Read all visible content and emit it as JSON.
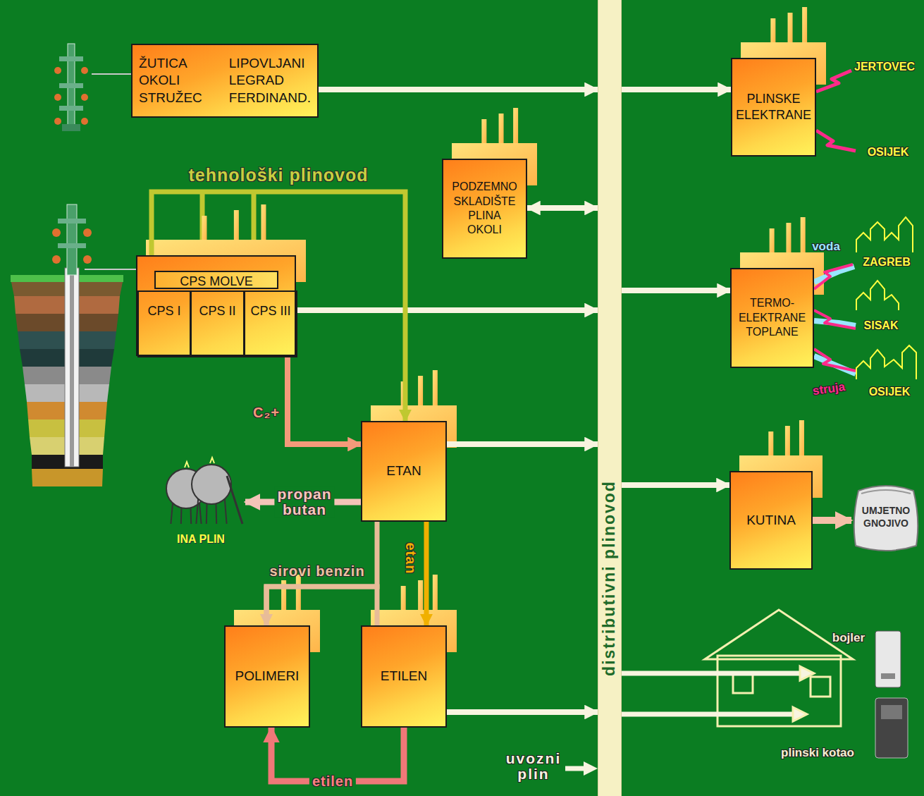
{
  "diagram": {
    "nodes": [
      {
        "text": [
          "ŽUTICA OKOLI STRUŽEC",
          "LIPOVLJANI LEGRAD FERDINAND."
        ]
      },
      {
        "text": [
          "PLINSKE ELEKTRANE"
        ]
      },
      {
        "text": [
          "PODZEMNO SKLADIŠTE PLINA OKOLI"
        ]
      },
      {
        "text": [
          "CPS MOLVE"
        ]
      },
      {
        "text": [
          "CPS I"
        ],
        "in": 3
      },
      {
        "text": [
          "CPS II"
        ],
        "in": 3
      },
      {
        "text": [
          "CPS III"
        ],
        "in": 3
      },
      {
        "text": [
          "TERMO- ELEKTRANE TOPLANE"
        ]
      },
      {
        "text": [
          "ETAN"
        ]
      },
      {
        "text": [
          "KUTINA"
        ]
      },
      {
        "text": [
          "UMJETNO GNOJIVO"
        ]
      },
      {
        "text": [
          "INA PLIN"
        ]
      },
      {
        "text": [
          "POLIMERI"
        ]
      },
      {
        "text": [
          "ETILEN"
        ]
      },
      {
        "text": [
          "distributivni plinovod"
        ]
      }
    ],
    "edges": [
      {
        "from": 0,
        "to": 14,
        "arrow": "to"
      },
      {
        "from": 14,
        "to": 1,
        "arrow": "to"
      },
      {
        "from": 2,
        "to": 14,
        "arrow": "both"
      },
      {
        "from": 3,
        "to": 14,
        "arrow": "to"
      },
      {
        "from": 14,
        "to": 7,
        "arrow": "to"
      },
      {
        "from": 3,
        "to": 8,
        "label": "C₂+",
        "arrow": "to"
      },
      {
        "from": 3,
        "to": 8,
        "label": "tehnološki plinovod",
        "arrow": "to"
      },
      {
        "from": 8,
        "to": 14,
        "arrow": "to"
      },
      {
        "from": 14,
        "to": 9,
        "arrow": "to"
      },
      {
        "from": 9,
        "to": 10,
        "arrow": "to"
      },
      {
        "from": 8,
        "to": 11,
        "label": "propan butan",
        "arrow": "to"
      },
      {
        "from": 8,
        "to": 12,
        "label": "sirovi benzin",
        "arrow": "to"
      },
      {
        "from": 13,
        "to": 12,
        "arrow": "to"
      },
      {
        "from": 8,
        "to": 13,
        "label": "etan",
        "arrow": "to"
      },
      {
        "from": 13,
        "to": 12,
        "label": "etilen",
        "arrow": "to"
      },
      {
        "from": 13,
        "to": 14,
        "arrow": "to"
      }
    ],
    "labels": [
      "JERTOVEC",
      "OSIJEK",
      "voda",
      "ZAGREB",
      "SISAK",
      "OSIJEK",
      "struja",
      "bojler",
      "plinski kotao",
      "uvozni plin"
    ]
  }
}
